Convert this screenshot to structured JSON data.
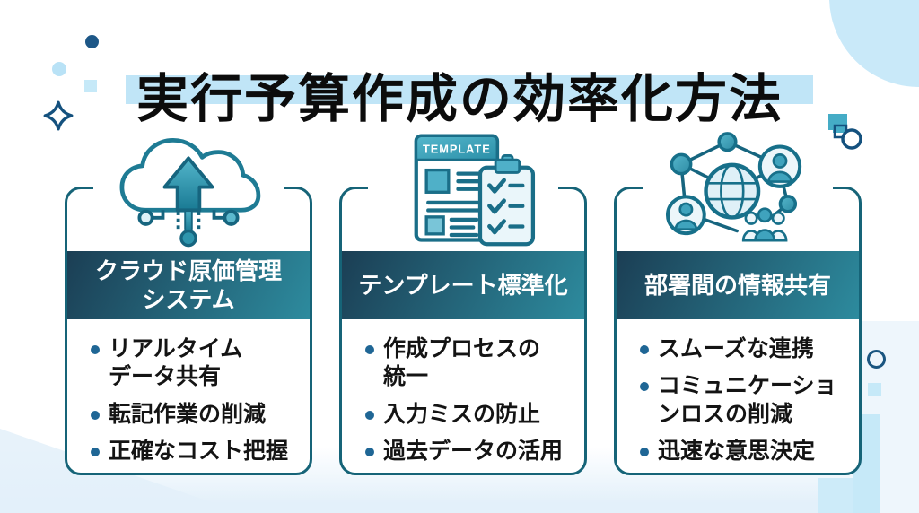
{
  "title": {
    "text": "実行予算作成の効率化方法"
  },
  "cards": [
    {
      "icon": "cloud-upload-icon",
      "header": "クラウド原価管理\nシステム",
      "items": [
        "リアルタイム\nデータ共有",
        "転記作業の削減",
        "正確なコスト把握"
      ]
    },
    {
      "icon": "template-checklist-icon",
      "icon_label": "TEMPLATE",
      "header": "テンプレート標準化",
      "items": [
        "作成プロセスの\n統一",
        "入力ミスの防止",
        "過去データの活用"
      ]
    },
    {
      "icon": "network-people-icon",
      "header": "部署間の情報共有",
      "items": [
        "スムーズな連携",
        "コミュニケーショ\nンロスの削減",
        "迅速な意思決定"
      ]
    }
  ],
  "colors": {
    "header_gradient_start": "#1b3e54",
    "header_gradient_end": "#2d8b9e",
    "card_border": "#166478",
    "title_highlight": "#c0e5f7",
    "bullet_dot": "#1f6695",
    "deco_light_blue": "#c6e9f8",
    "deco_dark_blue": "#1d5787",
    "icon_teal": "#4fb0c8"
  }
}
